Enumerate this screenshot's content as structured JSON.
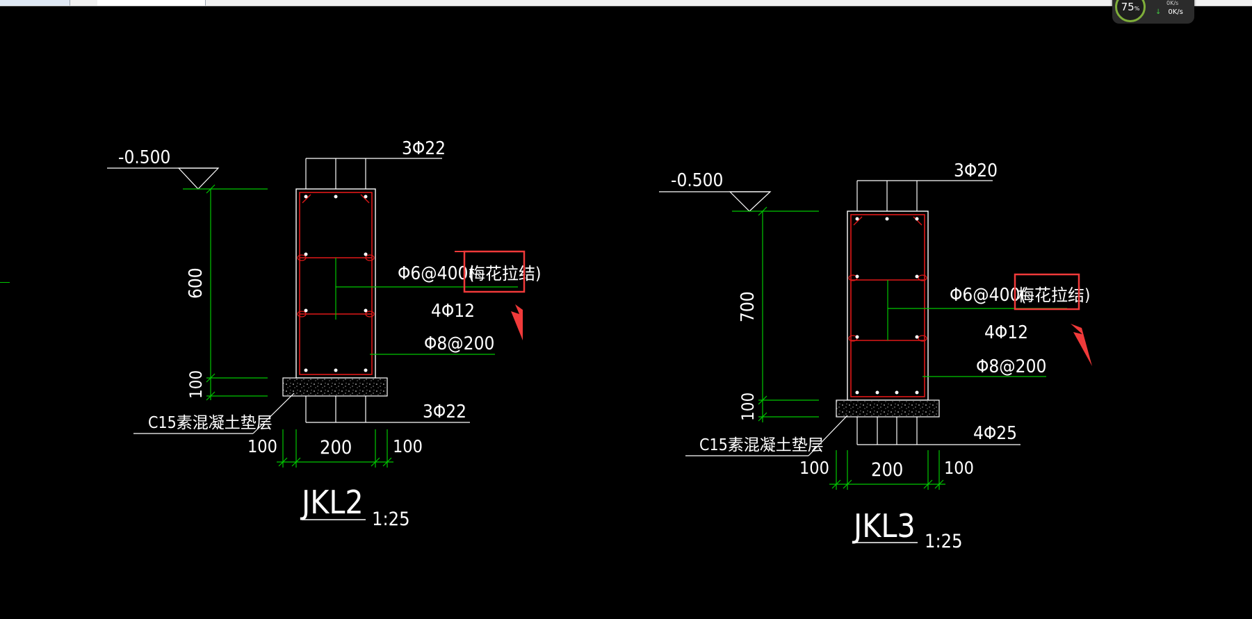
{
  "status_widget": {
    "percent": "75",
    "percent_unit": "%",
    "download_rate": "0K/s",
    "upload_rate": "0K/s"
  },
  "colors": {
    "background": "#000000",
    "line_white": "#ffffff",
    "dimension_green": "#00c800",
    "rebar_red": "#e01818",
    "highlight_red": "#f03a3a"
  },
  "sections": [
    {
      "id": "jkl2",
      "elevation": "-0.500",
      "top_bars": "3Φ22",
      "tie_label": "Φ6@400(",
      "tie_highlight": "梅花拉结)",
      "side_bars": "4Φ12",
      "stirrups": "Φ8@200",
      "bottom_bars": "3Φ22",
      "cushion": "C15素混凝土垫层",
      "dim_height": "600",
      "dim_cushion": "100",
      "dim_left": "100",
      "dim_width": "200",
      "dim_right": "100",
      "name": "JKL2",
      "scale": "1:25"
    },
    {
      "id": "jkl3",
      "elevation": "-0.500",
      "top_bars": "3Φ20",
      "tie_label": "Φ6@400(",
      "tie_highlight": "梅花拉结)",
      "side_bars": "4Φ12",
      "stirrups": "Φ8@200",
      "bottom_bars": "4Φ25",
      "cushion": "C15素混凝土垫层",
      "dim_height": "700",
      "dim_cushion": "100",
      "dim_left": "100",
      "dim_width": "200",
      "dim_right": "100",
      "name": "JKL3",
      "scale": "1:25"
    }
  ]
}
